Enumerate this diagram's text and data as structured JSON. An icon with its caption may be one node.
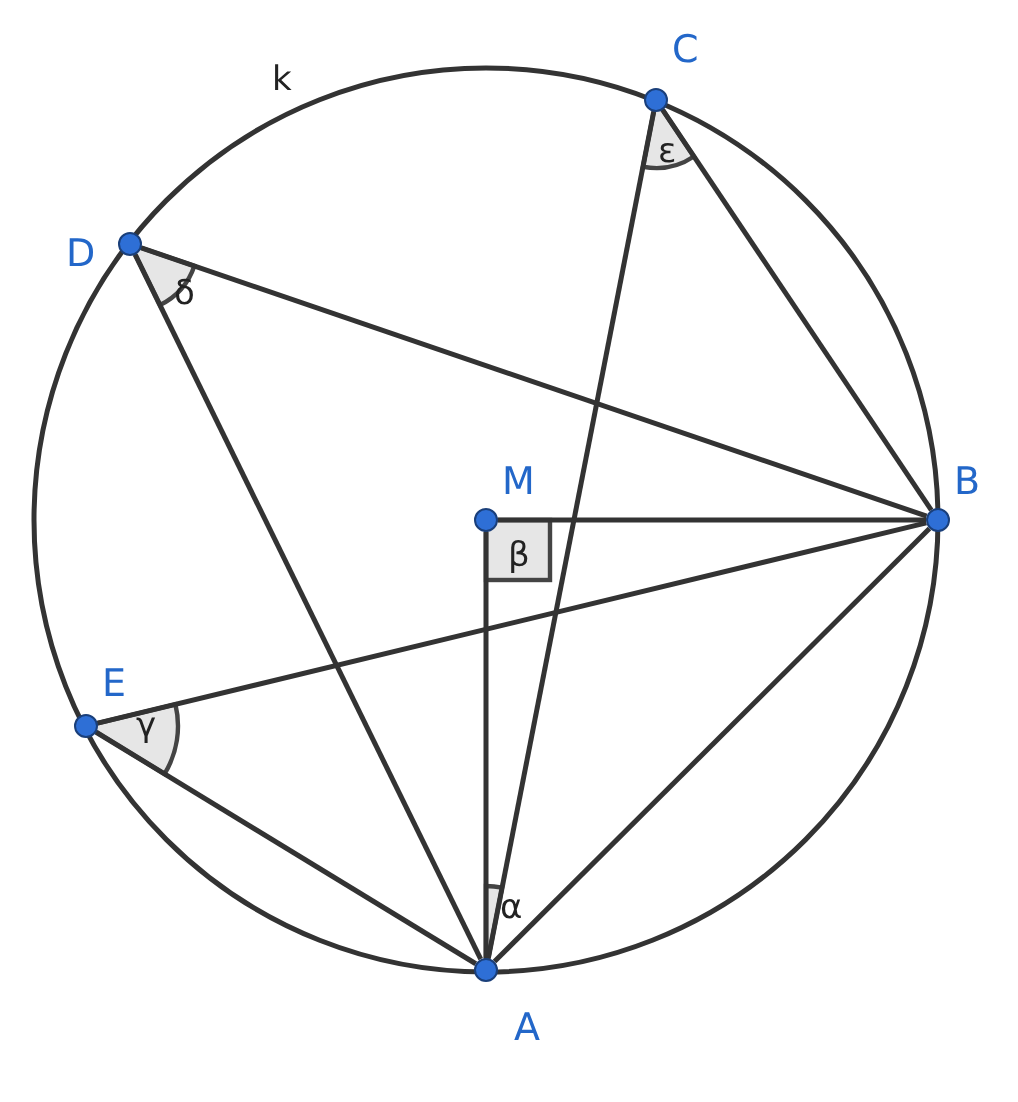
{
  "diagram": {
    "nodes": [
      {
        "text": [
          "C"
        ]
      },
      {
        "text": [
          "D"
        ]
      },
      {
        "text": [
          "M"
        ]
      },
      {
        "text": [
          "B"
        ]
      },
      {
        "text": [
          "E"
        ]
      },
      {
        "text": [
          "A"
        ]
      }
    ],
    "edges": [
      {
        "from": 1,
        "to": 3,
        "arrow": "none"
      },
      {
        "from": 1,
        "to": 5,
        "arrow": "none"
      },
      {
        "from": 0,
        "to": 3,
        "arrow": "none"
      },
      {
        "from": 0,
        "to": 5,
        "arrow": "none"
      },
      {
        "from": 2,
        "to": 3,
        "arrow": "none"
      },
      {
        "from": 2,
        "to": 5,
        "arrow": "none"
      },
      {
        "from": 4,
        "to": 3,
        "arrow": "none"
      },
      {
        "from": 4,
        "to": 5,
        "arrow": "none"
      },
      {
        "from": 5,
        "to": 3,
        "arrow": "none"
      }
    ],
    "labels": [
      "k",
      "ε",
      "δ",
      "β",
      "γ",
      "α"
    ]
  }
}
